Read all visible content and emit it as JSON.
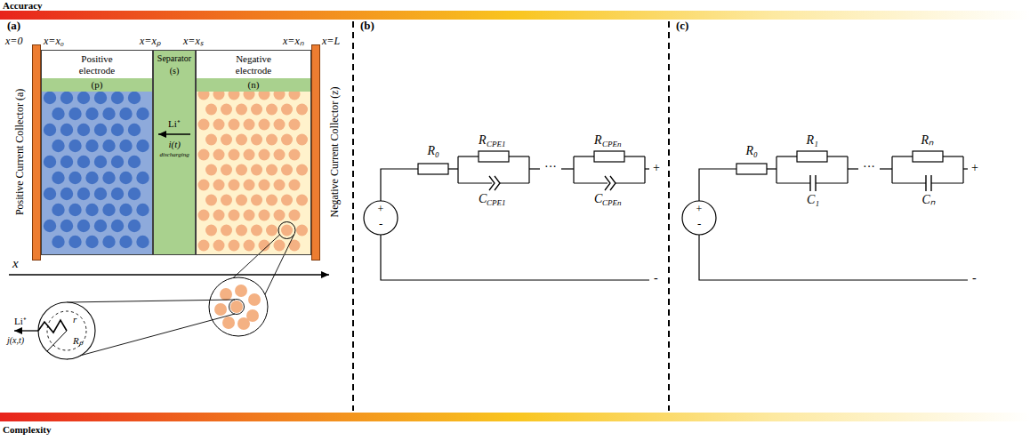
{
  "diagram": {
    "nodes": [
      {
        "text": [
          "Positive Current Collector (a)"
        ]
      },
      {
        "text": [
          "Positive electrode",
          "(p)"
        ]
      },
      {
        "text": [
          "Separator",
          "(s)"
        ]
      },
      {
        "text": [
          "Negative electrode",
          "(n)"
        ]
      },
      {
        "text": [
          "Negative Current Collector (z)"
        ]
      }
    ],
    "labels": [
      "Accuracy",
      "Complexity",
      "(a)",
      "(b)",
      "(c)",
      "x=0",
      "x=x₀",
      "x=xₚ",
      "x=xₛ",
      "x=xₙ",
      "x=L",
      "Li⁺",
      "i(t)",
      "discharging",
      "x",
      "Li⁺",
      "j(x,t)",
      "r",
      "Rₚ",
      "R₀",
      "R",
      "CPE1",
      "C",
      "CPE1",
      "···",
      "R",
      "CPEn",
      "C",
      "CPEn",
      "+",
      "-",
      "+",
      "-",
      "R₀",
      "R₁",
      "C₁",
      "···",
      "Rₙ",
      "Cₙ",
      "+",
      "-",
      "+",
      "-"
    ]
  }
}
